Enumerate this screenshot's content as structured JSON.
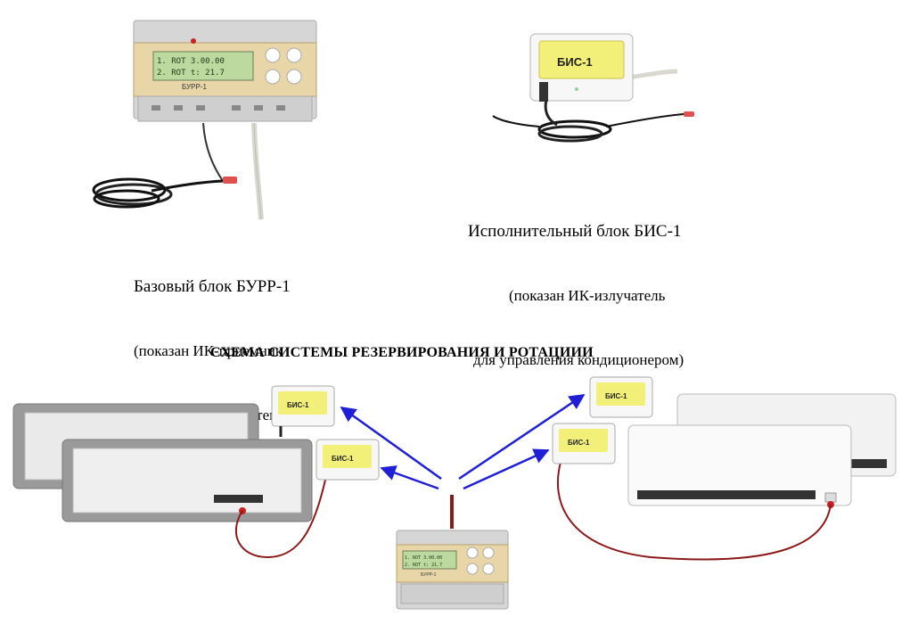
{
  "burr": {
    "label": "БУРР-1",
    "lcd_line1": "1. ROT   3.00.00",
    "lcd_line2": "2. ROT   t: 21.7",
    "caption": [
      "Базовый блок БУРР-1",
      "(показан ИК-приемник",
      " для настройки системы)"
    ]
  },
  "bis": {
    "label": "БИС-1",
    "caption": [
      "Исполнительный блок БИС-1",
      "(показан ИК-излучатель",
      "для управления кондиционером)"
    ]
  },
  "scheme": {
    "title": "СХЕМА СИСТЕМЫ  РЕЗЕРВИРОВАНИЯ И  РОТАЦИИИ",
    "small_bis_label": "БИС-1",
    "small_burr_label": "БУРР-1"
  },
  "colors": {
    "arrow": "#1f1fd6",
    "cable": "#8b1a1a",
    "device_beige": "#e9d6a8",
    "lcd": "#bcd9a0",
    "bis_yellow": "#f3f07a"
  }
}
